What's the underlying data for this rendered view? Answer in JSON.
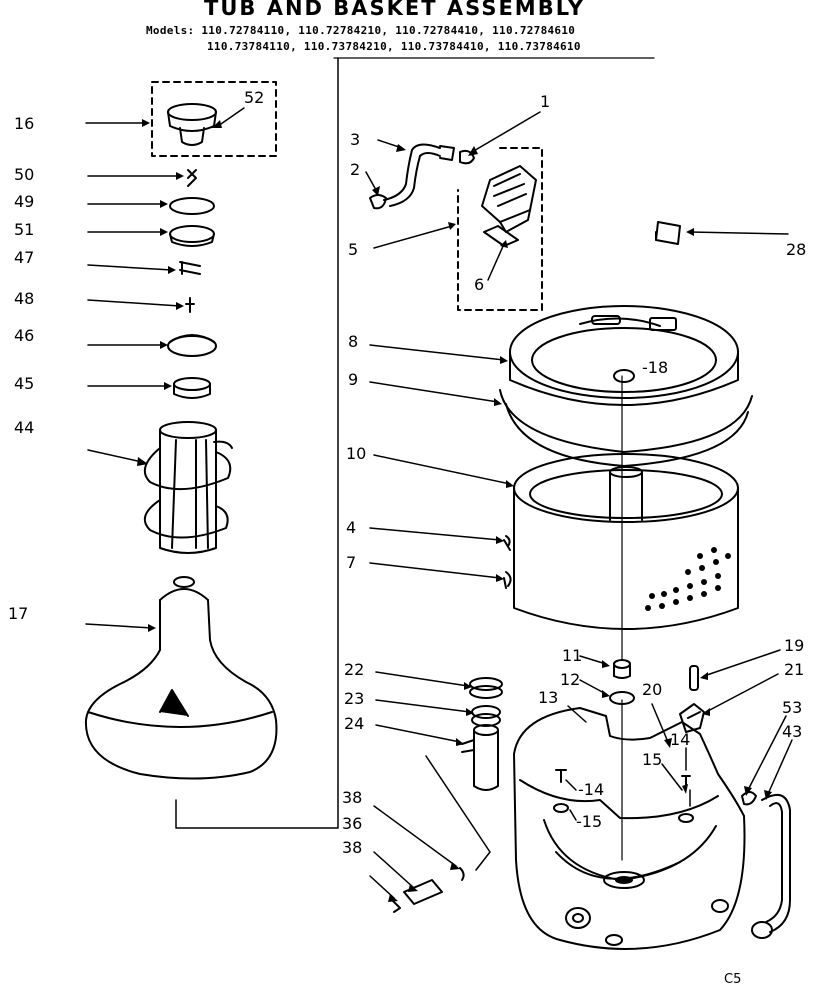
{
  "title": "TUB AND BASKET ASSEMBLY",
  "models_line1": "Models: 110.72784110, 110.72784210, 110.72784410, 110.72784610",
  "models_line2": "110.73784110, 110.73784210, 110.73784410, 110.73784610",
  "image_code": "C5",
  "callouts": {
    "n16": "16",
    "n52": "52",
    "n50": "50",
    "n49": "49",
    "n51": "51",
    "n47": "47",
    "n48": "48",
    "n46": "46",
    "n45": "45",
    "n44": "44",
    "n17": "17",
    "n1": "1",
    "n3": "3",
    "n2": "2",
    "n5": "5",
    "n6": "6",
    "n28": "28",
    "n8": "8",
    "n18": "-18",
    "n9": "9",
    "n10": "10",
    "n4": "4",
    "n7": "7",
    "n11": "11",
    "n12": "12",
    "n13": "13",
    "n19": "19",
    "n21": "21",
    "n20": "20",
    "n14a": "14",
    "n15a": "15",
    "n14b": "-14",
    "n15b": "-15",
    "n53": "53",
    "n43": "43",
    "n22": "22",
    "n23": "23",
    "n24": "24",
    "n38a": "38",
    "n36": "36",
    "n38b": "38"
  },
  "colors": {
    "ink": "#000000",
    "paper": "#ffffff",
    "shade": "#d9d9d9"
  }
}
